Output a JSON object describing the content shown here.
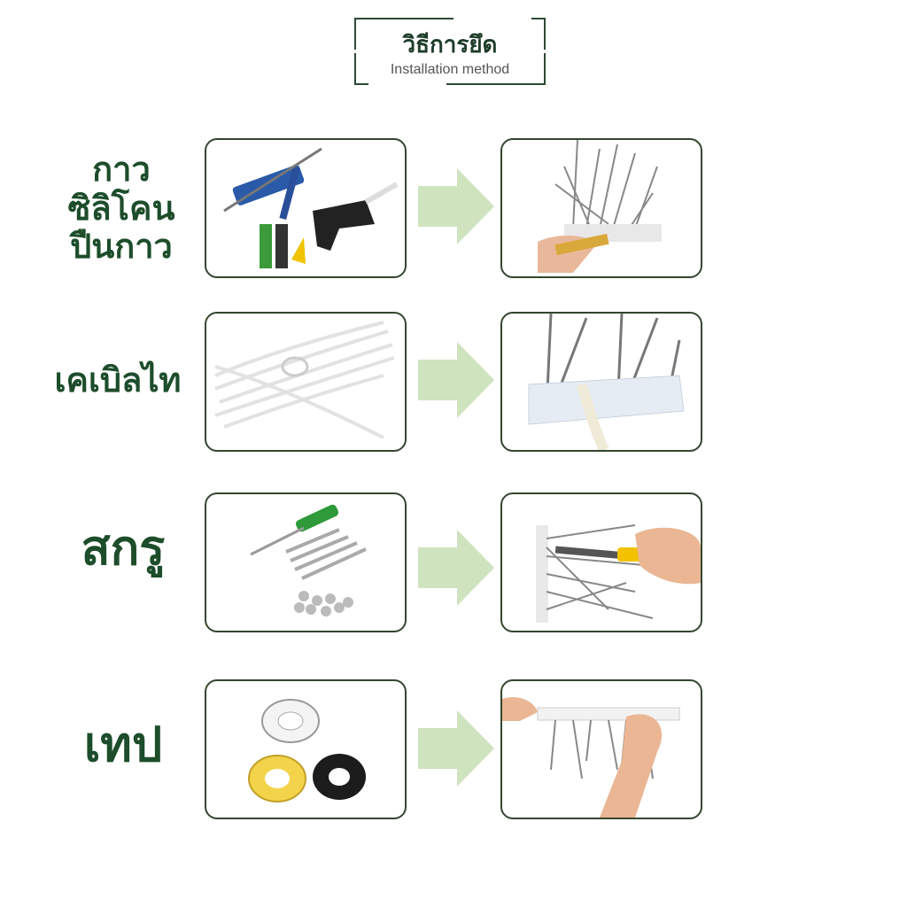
{
  "header": {
    "title_th": "วิธีการยึด",
    "title_en": "Installation method"
  },
  "rows": [
    {
      "label_lines": [
        "กาว",
        "ซิลิโคน",
        "ปืนกาว"
      ]
    },
    {
      "label_lines": [
        "เคเบิลไท"
      ]
    },
    {
      "label_lines": [
        "สกรู"
      ]
    },
    {
      "label_lines": [
        "เทป"
      ]
    }
  ],
  "colors": {
    "accent": "#1d4d2b",
    "arrow": "#cfe3bf",
    "frame": "#34462f"
  }
}
